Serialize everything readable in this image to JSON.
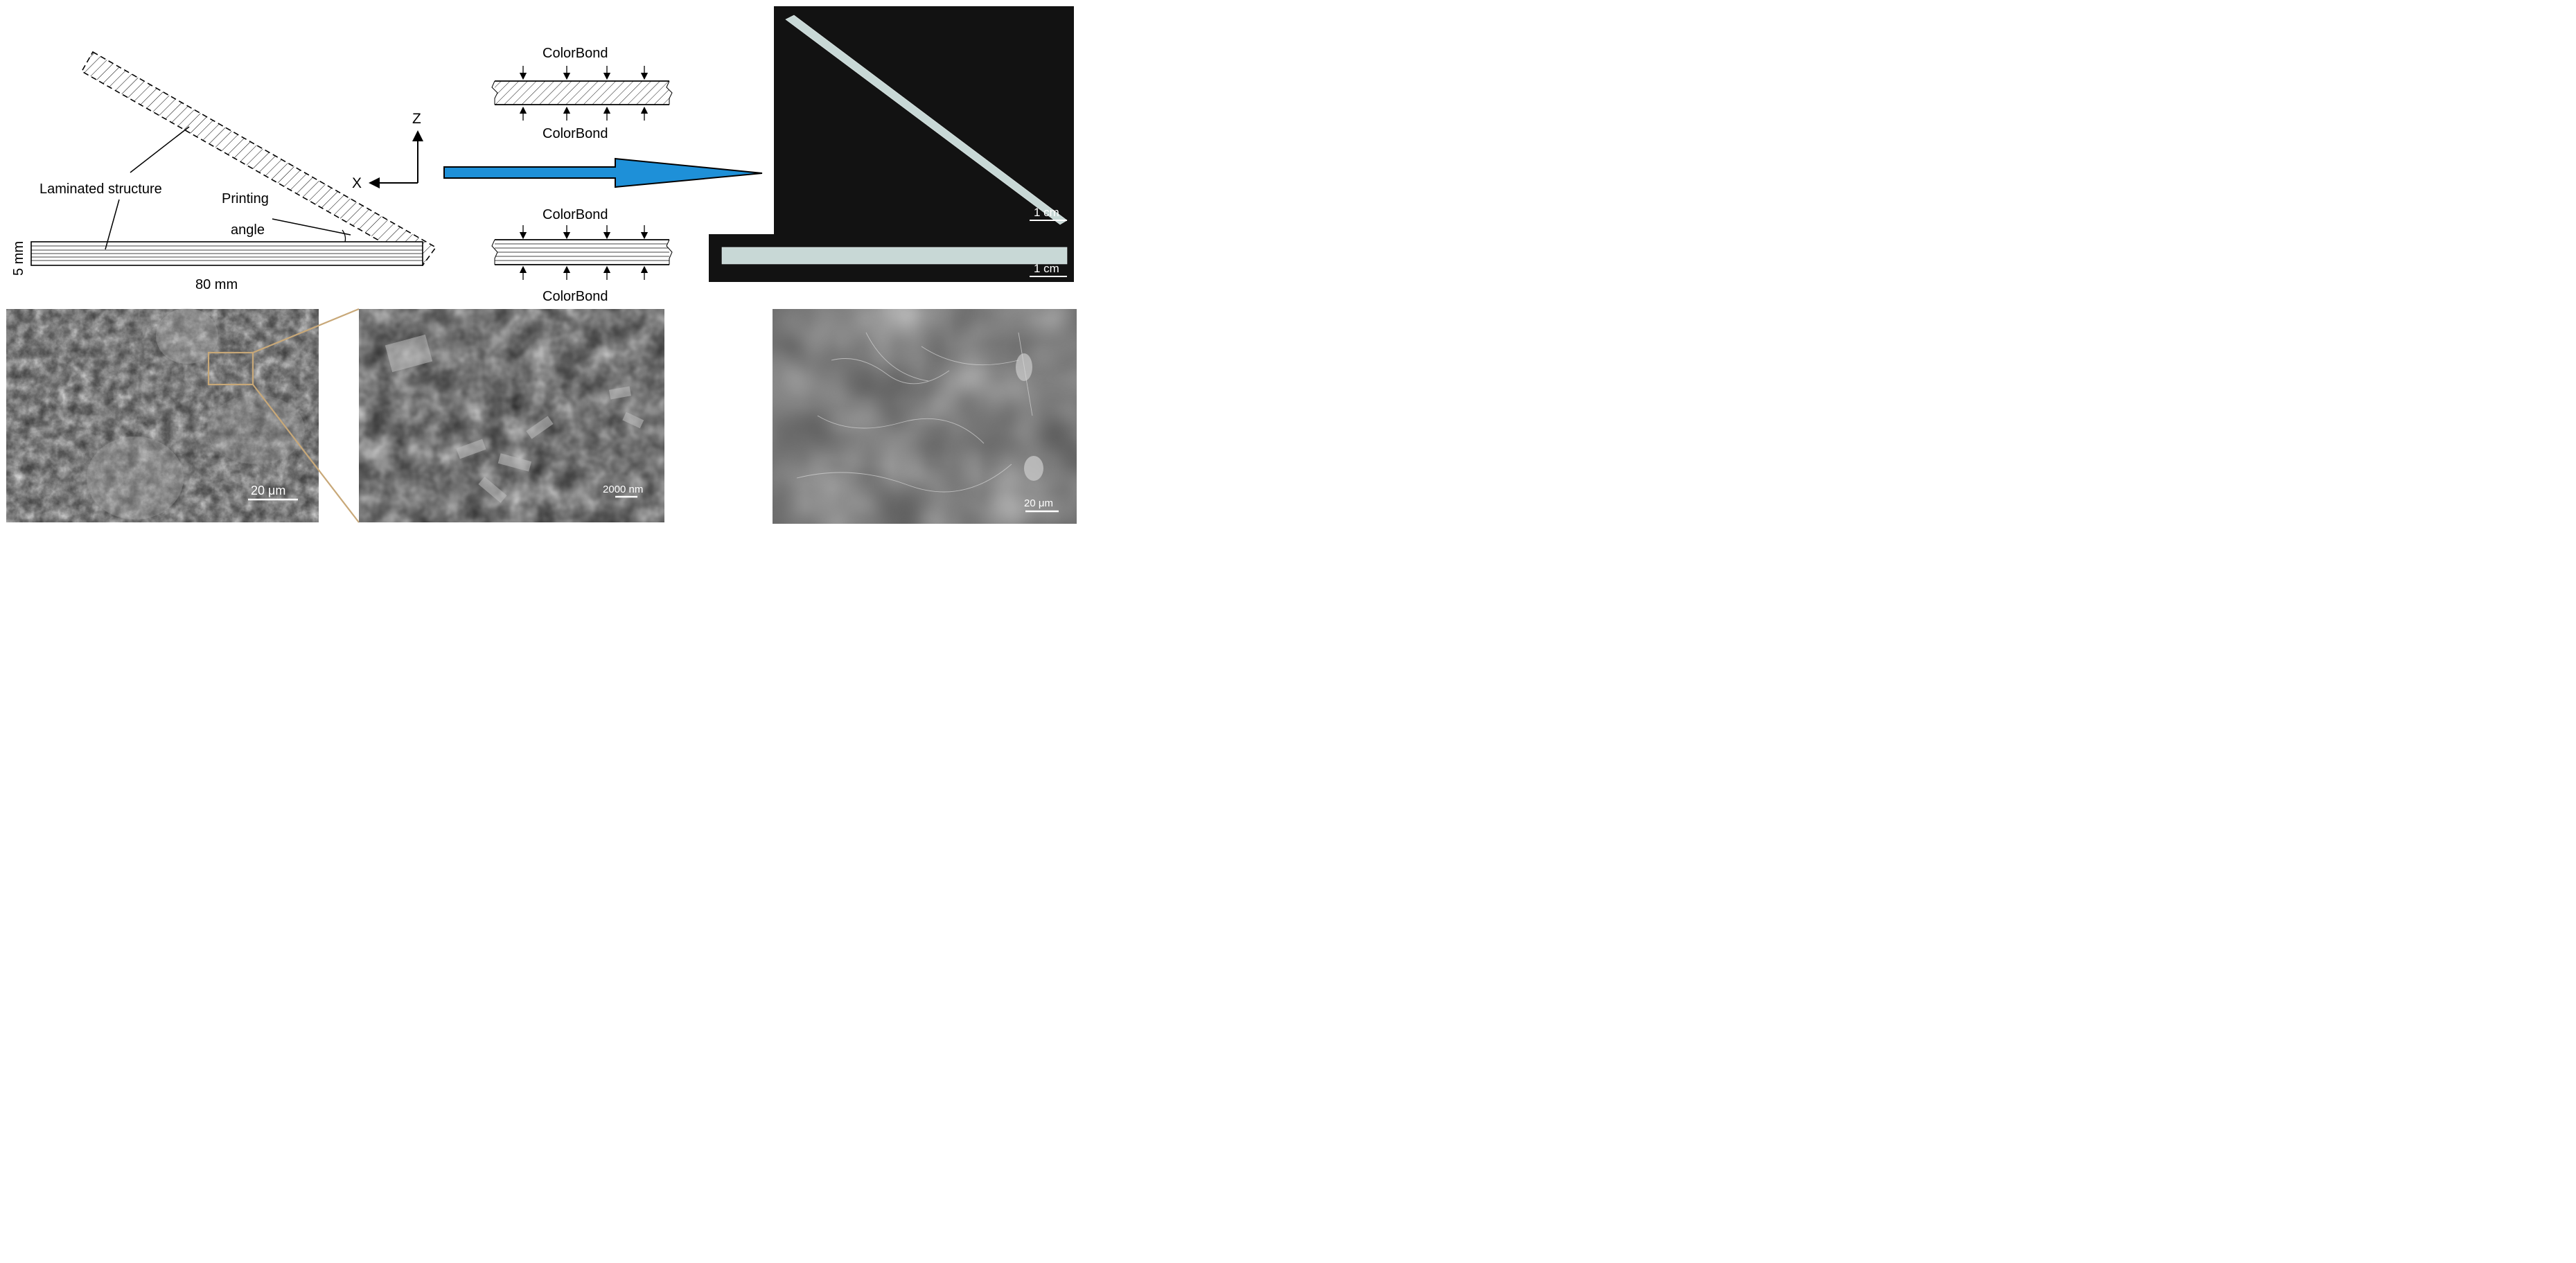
{
  "schematic": {
    "laminated_label": "Laminated structure",
    "printing_label_line1": "Printing",
    "printing_label_line2": "angle",
    "axis_z": "Z",
    "axis_x": "X",
    "dim_length": "80 mm",
    "dim_thickness": "5 mm"
  },
  "coating": {
    "top_label_a": "ColorBond",
    "top_label_b": "ColorBond",
    "bottom_label_a": "ColorBond",
    "bottom_label_b": "ColorBond"
  },
  "photos": {
    "scale_top": "1 cm",
    "scale_bottom": "1 cm"
  },
  "sem": {
    "scale_left": "20 μm",
    "scale_middle": "2000 nm",
    "scale_right": "20 μm"
  },
  "colors": {
    "arrow_fill": "#1e90d8",
    "zoom_lines": "#c8a878",
    "photo_bg": "#121212",
    "bar_color": "#c8d8d6"
  }
}
